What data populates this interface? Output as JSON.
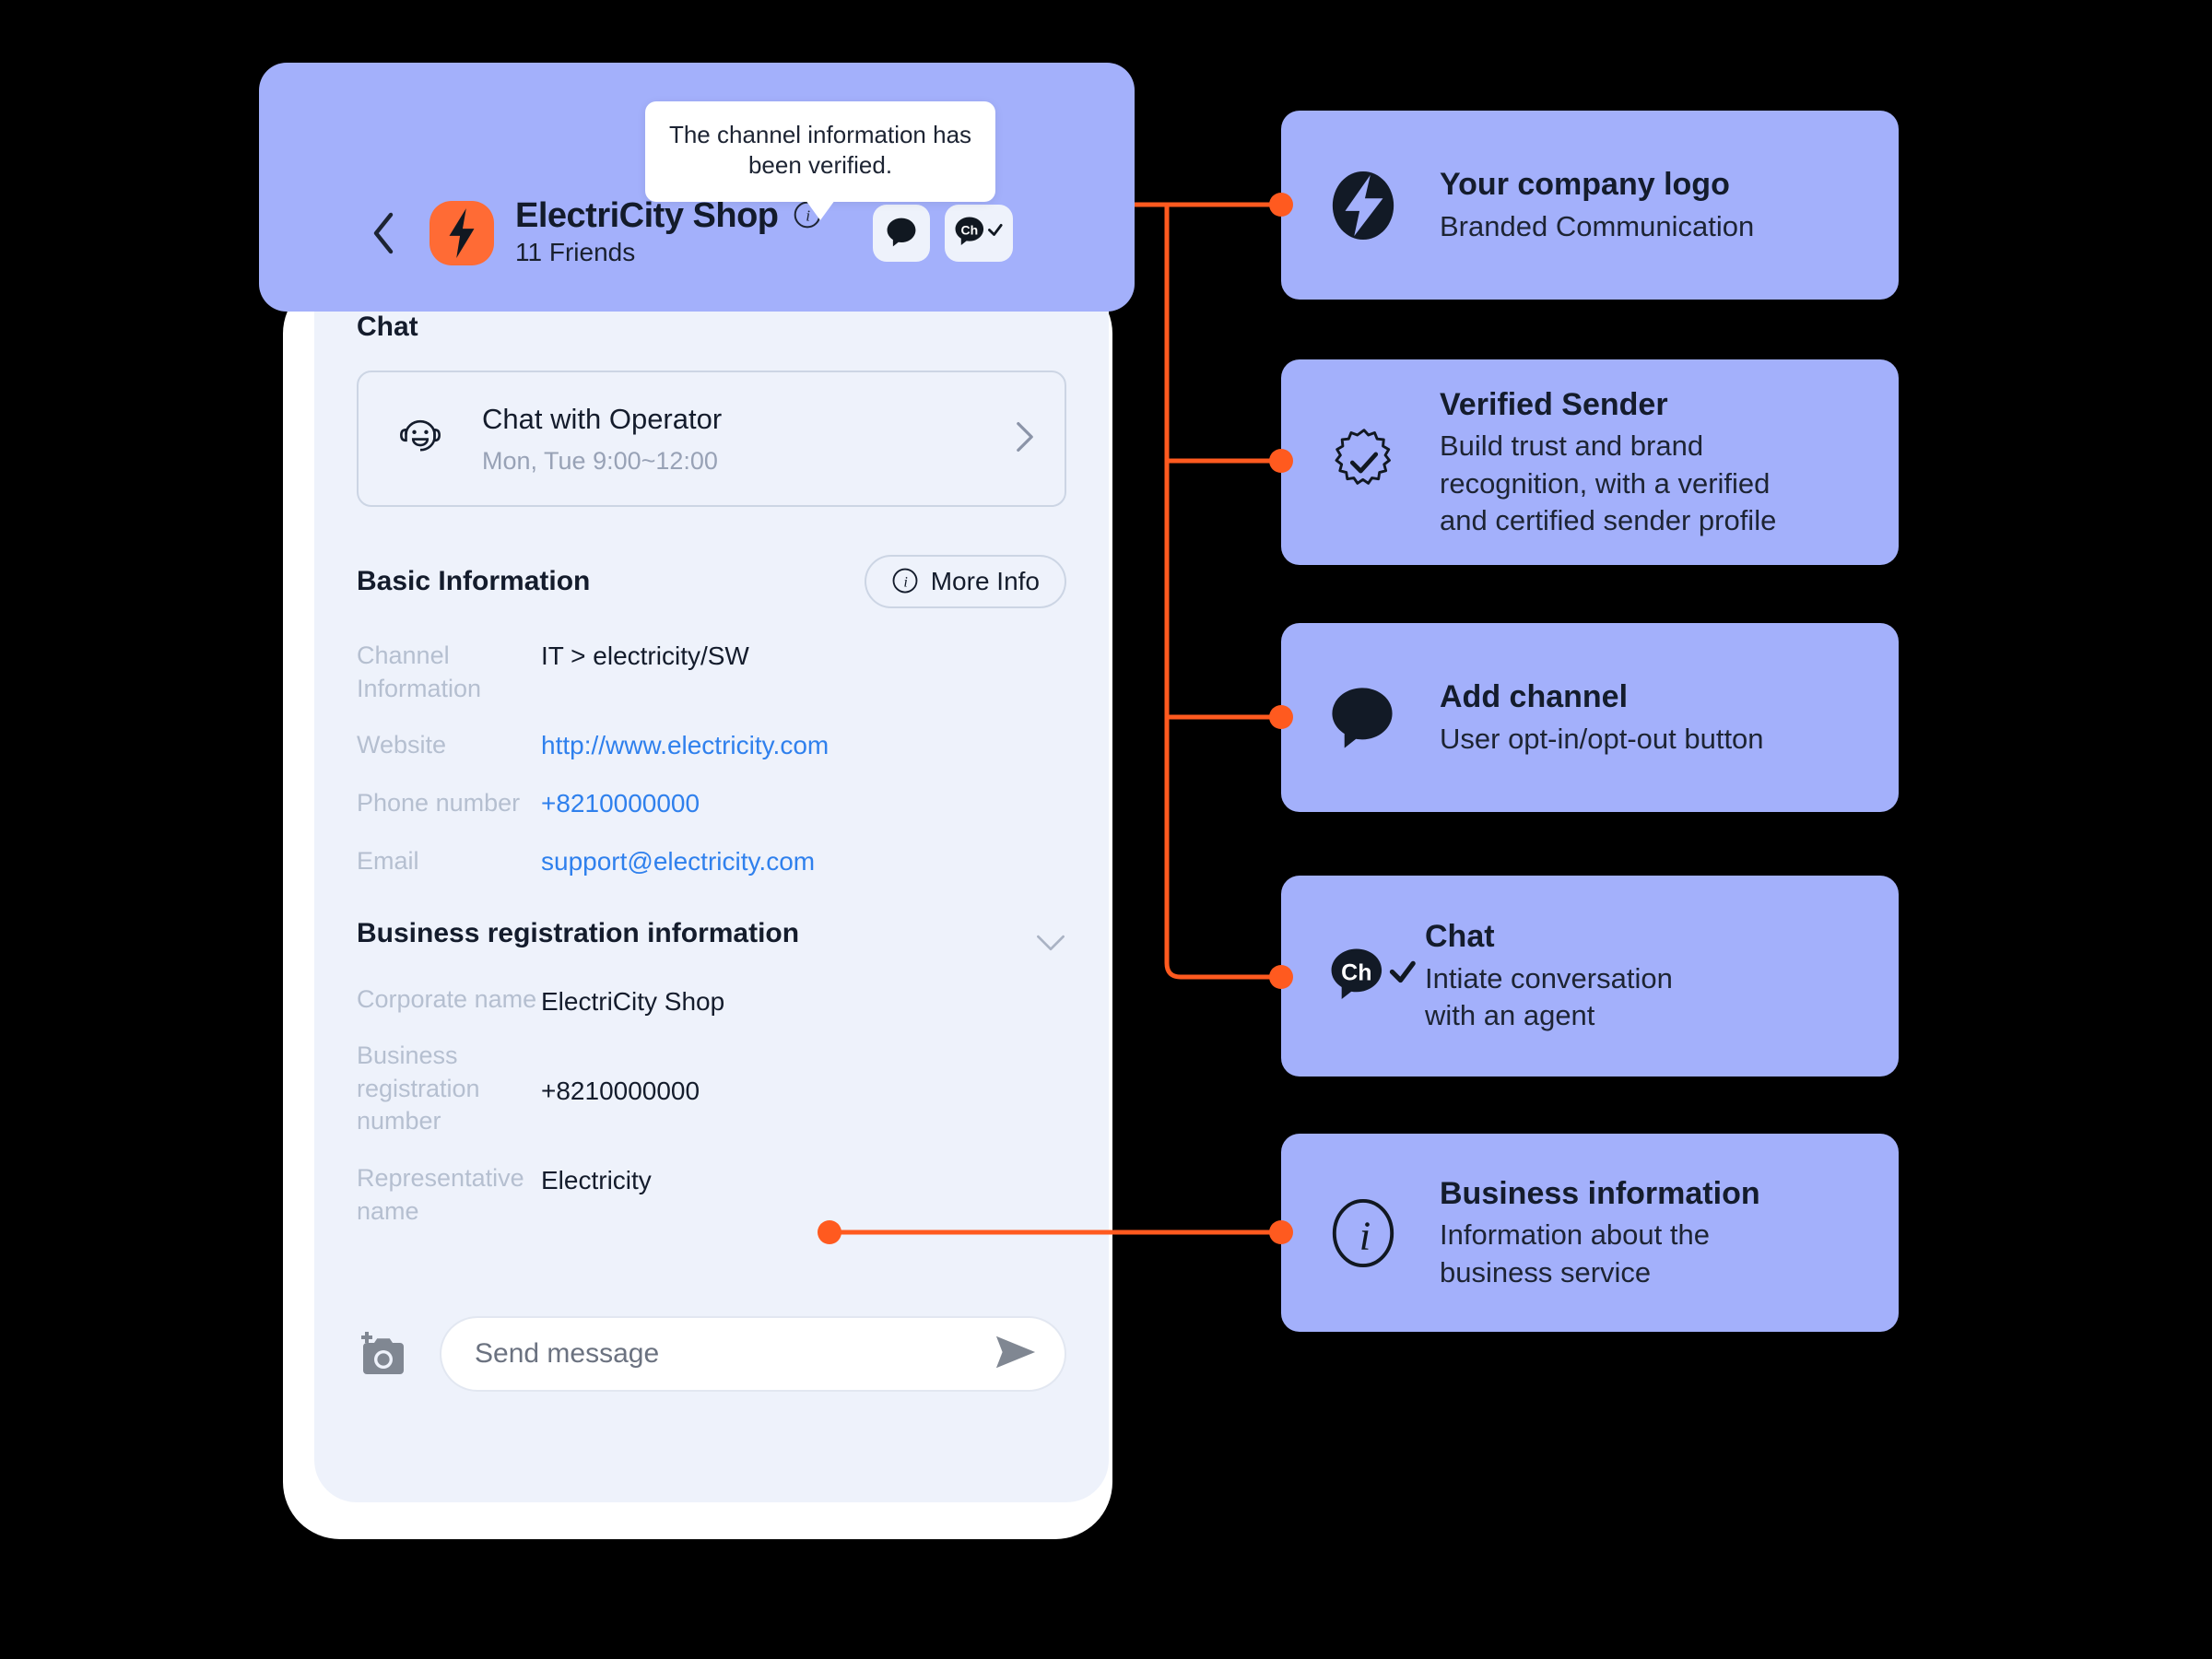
{
  "colors": {
    "accent_purple": "#a3b0fb",
    "accent_orange": "#ff5a1f",
    "brand_orange": "#ff6b35",
    "link_blue": "#2f80ed",
    "screen_bg": "#eef2fb",
    "text_dark": "#141c2c",
    "text_muted": "#b5bfd0"
  },
  "tooltip": {
    "text": "The channel information has been verified."
  },
  "header": {
    "back_icon": "chevron-left-icon",
    "logo_icon": "lightning-bolt-logo",
    "title": "ElectriCity Shop",
    "subtitle": "11 Friends",
    "info_icon": "info-italic-icon",
    "actions": [
      {
        "name": "add-channel-button",
        "icon": "speech-bubble-icon"
      },
      {
        "name": "chat-button",
        "icon": "ch-bubble-check-icon"
      }
    ]
  },
  "chat_section": {
    "title": "Chat",
    "operator": {
      "icon": "operator-headset-face-icon",
      "title": "Chat with Operator",
      "hours": "Mon, Tue 9:00~12:00",
      "chevron": "chevron-right-icon"
    }
  },
  "basic_information": {
    "title": "Basic Information",
    "more_info_label": "More Info",
    "more_info_icon": "info-italic-icon",
    "rows": [
      {
        "label": "Channel Information",
        "value": "IT > electricity/SW",
        "is_link": false
      },
      {
        "label": "Website",
        "value": "http://www.electricity.com",
        "is_link": true
      },
      {
        "label": "Phone number",
        "value": "+8210000000",
        "is_link": true
      },
      {
        "label": "Email",
        "value": "support@electricity.com",
        "is_link": true
      }
    ]
  },
  "business_registration": {
    "title": "Business registration information",
    "collapse_icon": "chevron-down-icon",
    "rows": [
      {
        "label": "Corporate name",
        "value": "ElectriCity Shop"
      },
      {
        "label": "Business registration number",
        "value": "+8210000000"
      },
      {
        "label": "Representative name",
        "value": "Electricity"
      }
    ]
  },
  "message_bar": {
    "camera_icon": "add-photo-camera-icon",
    "placeholder": "Send message",
    "send_icon": "send-arrow-icon"
  },
  "feature_cards": [
    {
      "icon": "lightning-bolt-circle-icon",
      "title": "Your company logo",
      "desc": "Branded Communication"
    },
    {
      "icon": "verified-badge-check-icon",
      "title": "Verified Sender",
      "desc": "Build trust and brand\nrecognition, with a verified\nand certified sender profile"
    },
    {
      "icon": "speech-bubble-icon",
      "title": "Add channel",
      "desc": "User opt-in/opt-out button"
    },
    {
      "icon": "ch-bubble-check-icon",
      "title": "Chat",
      "desc": "Intiate conversation\nwith an agent"
    },
    {
      "icon": "info-italic-circle-icon",
      "title": "Business information",
      "desc": "Information about the\nbusiness service"
    }
  ]
}
